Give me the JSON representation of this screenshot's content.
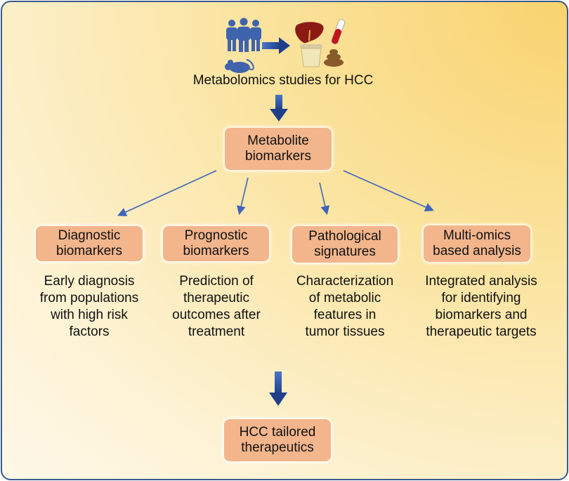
{
  "header": {
    "title": "Metabolomics studies for HCC"
  },
  "center": {
    "label": "Metabolite\nbiomarkers"
  },
  "branches": [
    {
      "title": "Diagnostic\nbiomarkers",
      "desc": "Early diagnosis\nfrom populations\nwith high risk\nfactors"
    },
    {
      "title": "Prognostic\nbiomarkers",
      "desc": "Prediction of\ntherapeutic\noutcomes after\ntreatment"
    },
    {
      "title": "Pathological\nsignatures",
      "desc": "Characterization\nof metabolic\nfeatures in\ntumor tissues"
    },
    {
      "title": "Multi-omics\nbased analysis",
      "desc": "Integrated analysis\nfor identifying\nbiomarkers and\ntherapeutic targets"
    }
  ],
  "outcome": {
    "label": "HCC tailored\ntherapeutics"
  },
  "icons": [
    "people-icon",
    "mouse-icon",
    "liver-icon",
    "blood-tube-icon",
    "urine-cup-icon",
    "stool-icon"
  ],
  "colors": {
    "box": "#f3b58c",
    "arrow": "#2f57a8",
    "border": "#3a5a8c"
  }
}
